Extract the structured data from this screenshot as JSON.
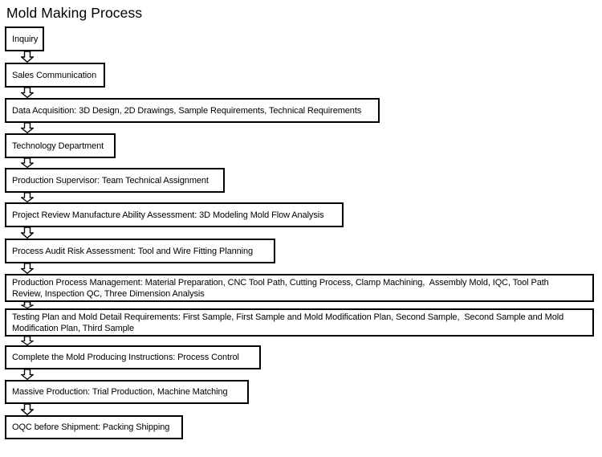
{
  "page": {
    "title": "Mold Making Process"
  },
  "icons": {
    "connector": "down-arrow-icon"
  },
  "colors": {
    "background": "#ffffff",
    "box_border": "#000000",
    "text": "#000000",
    "arrow_fill": "#ffffff",
    "arrow_stroke": "#000000"
  },
  "flowchart": {
    "direction": "top-to-bottom",
    "steps": [
      {
        "id": "inquiry",
        "lines": [
          "Inquiry"
        ]
      },
      {
        "id": "sales-communication",
        "lines": [
          "Sales Communication"
        ]
      },
      {
        "id": "data-acquisition",
        "lines": [
          "Data Acquisition: 3D Design, 2D Drawings, Sample Requirements, Technical Requirements"
        ]
      },
      {
        "id": "technology-department",
        "lines": [
          "Technology Department"
        ]
      },
      {
        "id": "production-supervisor",
        "lines": [
          "Production Supervisor: Team Technical Assignment"
        ]
      },
      {
        "id": "project-review",
        "lines": [
          "Project Review Manufacture Ability Assessment: 3D Modeling Mold Flow Analysis"
        ]
      },
      {
        "id": "process-audit",
        "lines": [
          "Process Audit Risk Assessment: Tool and Wire Fitting Planning"
        ]
      },
      {
        "id": "production-process-management",
        "lines": [
          "Production Process Management: Material Preparation, CNC Tool Path, Cutting Process, Clamp Machining,  Assembly Mold, IQC, Tool Path",
          "Review, Inspection QC, Three Dimension Analysis"
        ]
      },
      {
        "id": "testing-plan",
        "lines": [
          "Testing Plan and Mold Detail Requirements: First Sample, First Sample and Mold Modification Plan, Second Sample,  Second Sample and Mold",
          "Modification Plan, Third Sample"
        ]
      },
      {
        "id": "complete-instructions",
        "lines": [
          "Complete the Mold Producing Instructions: Process Control"
        ]
      },
      {
        "id": "massive-production",
        "lines": [
          "Massive Production: Trial Production, Machine Matching"
        ]
      },
      {
        "id": "oqc-before-shipment",
        "lines": [
          "OQC before Shipment: Packing Shipping"
        ]
      }
    ]
  }
}
